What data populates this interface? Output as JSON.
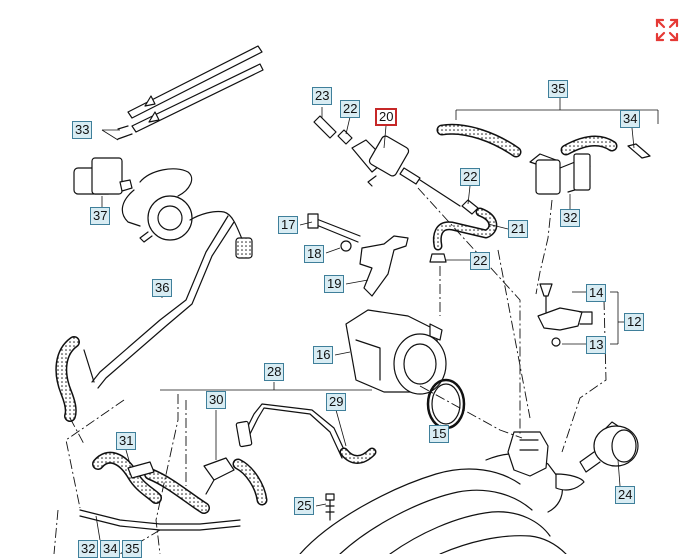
{
  "toolbar": {
    "expand_icon": "expand-arrows-icon",
    "accent": "#e53935"
  },
  "diagram": {
    "selected_part": "20",
    "callout_border": "#3f7f9a",
    "callout_fill": "#d8ecf3",
    "selected_border": "#c62828",
    "parts": {
      "p12": "12",
      "p13": "13",
      "p14": "14",
      "p15": "15",
      "p16": "16",
      "p17": "17",
      "p18": "18",
      "p19": "19",
      "p20": "20",
      "p21": "21",
      "p22": "22",
      "p23": "23",
      "p24": "24",
      "p25": "25",
      "p28": "28",
      "p29": "29",
      "p30": "30",
      "p31": "31",
      "p32": "32",
      "p33": "33",
      "p34": "34",
      "p35": "35",
      "p36": "36",
      "p37": "37"
    }
  }
}
